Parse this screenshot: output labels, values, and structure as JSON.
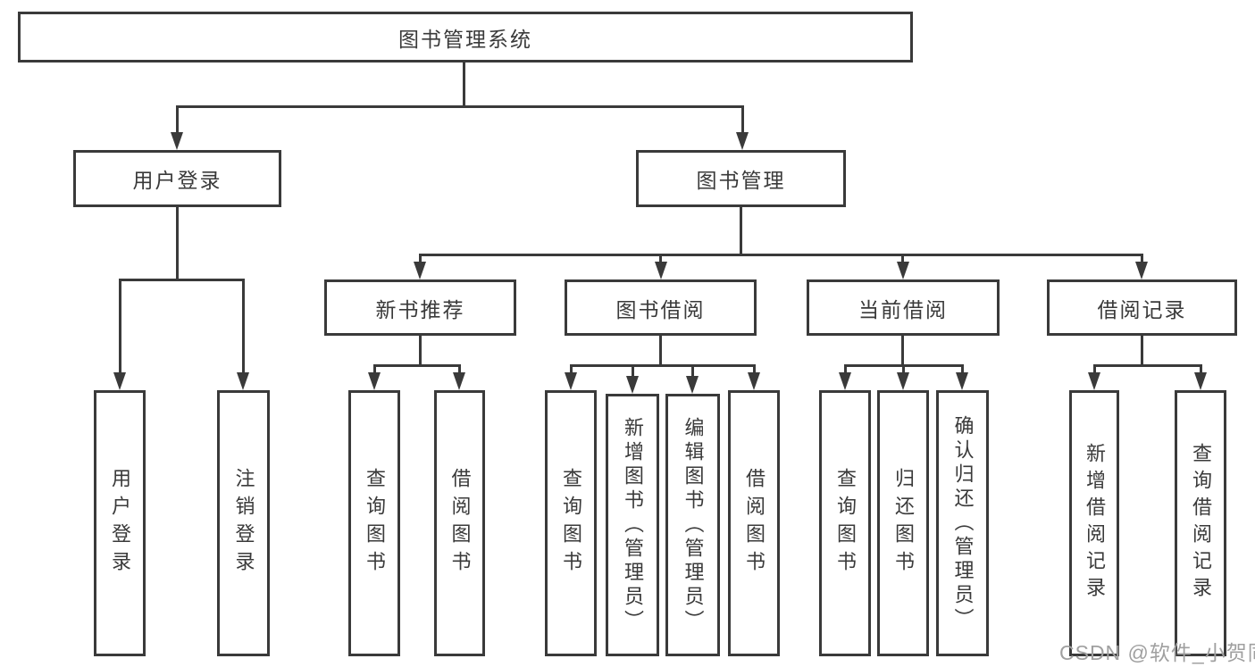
{
  "diagram": {
    "root": {
      "label": "图书管理系统"
    },
    "level2": [
      {
        "id": "user-login",
        "label": "用户登录"
      },
      {
        "id": "book-management",
        "label": "图书管理"
      }
    ],
    "level3": [
      {
        "id": "new-book-recommend",
        "label": "新书推荐"
      },
      {
        "id": "book-borrow",
        "label": "图书借阅"
      },
      {
        "id": "current-borrow",
        "label": "当前借阅"
      },
      {
        "id": "borrow-records",
        "label": "借阅记录"
      }
    ],
    "leaves": [
      {
        "parent": "用户登录",
        "label": "用户登录"
      },
      {
        "parent": "用户登录",
        "label": "注销登录"
      },
      {
        "parent": "新书推荐",
        "label": "查询图书"
      },
      {
        "parent": "新书推荐",
        "label": "借阅图书"
      },
      {
        "parent": "图书借阅",
        "label": "查询图书"
      },
      {
        "parent": "图书借阅",
        "label": "新增图书（管理员）"
      },
      {
        "parent": "图书借阅",
        "label": "编辑图书（管理员）"
      },
      {
        "parent": "图书借阅",
        "label": "借阅图书"
      },
      {
        "parent": "当前借阅",
        "label": "查询图书"
      },
      {
        "parent": "当前借阅",
        "label": "归还图书"
      },
      {
        "parent": "当前借阅",
        "label": "确认归还（管理员）"
      },
      {
        "parent": "借阅记录",
        "label": "新增借阅记录"
      },
      {
        "parent": "借阅记录",
        "label": "查询借阅记录"
      }
    ]
  },
  "watermark": {
    "text": "CSDN @软件_小贺同学"
  },
  "colors": {
    "line": "#3a3a3a",
    "text": "#3a3a3a",
    "background": "#ffffff",
    "watermark": "#a0a0a0"
  }
}
